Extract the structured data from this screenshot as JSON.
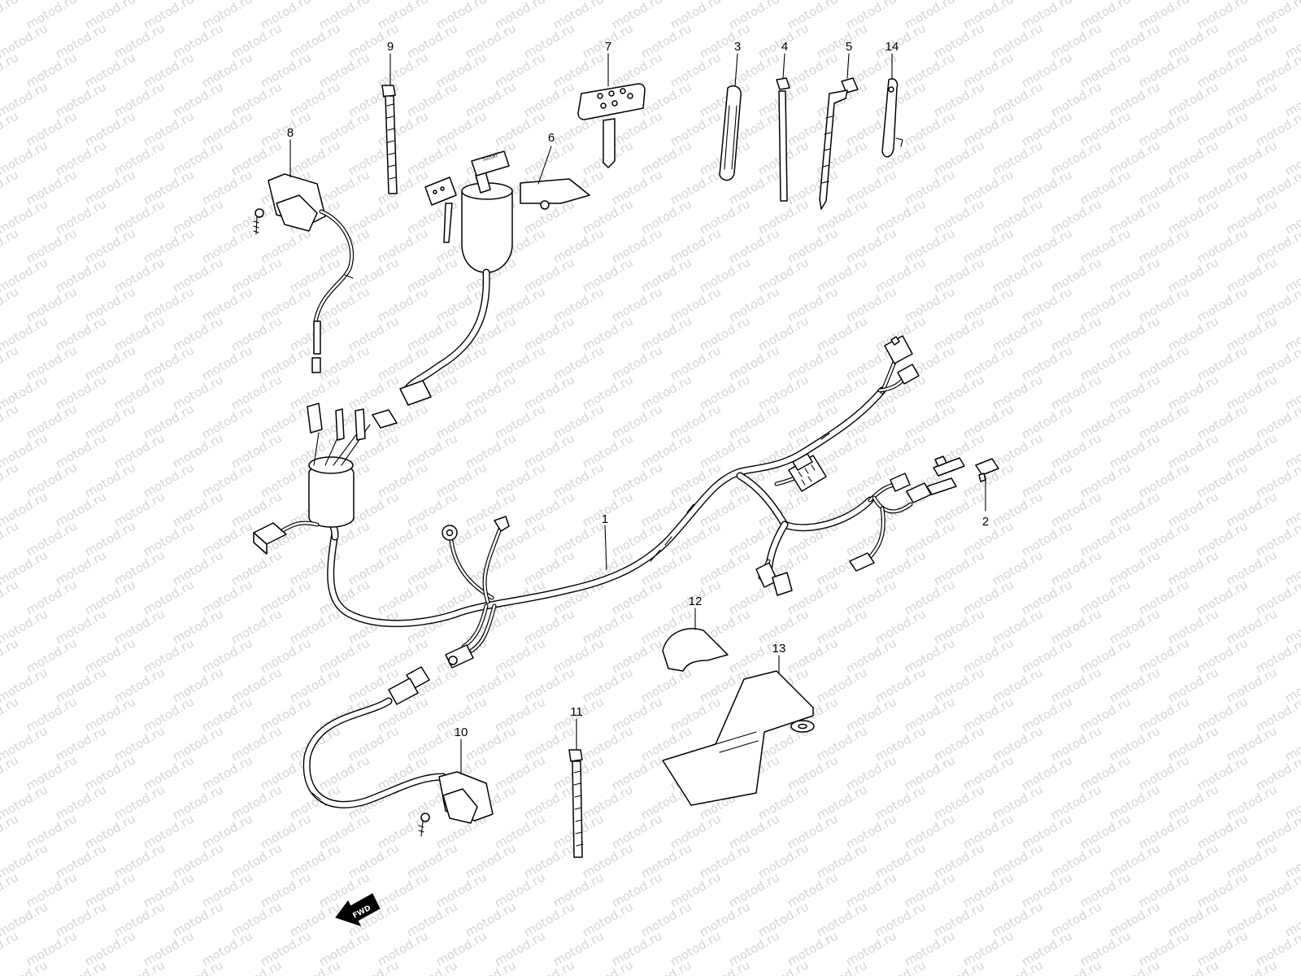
{
  "diagram": {
    "watermark": "motod.ru",
    "direction_label": "FWD",
    "key_logo": "SUZUKI",
    "callouts": [
      "1",
      "2",
      "3",
      "4",
      "5",
      "6",
      "7",
      "8",
      "9",
      "10",
      "11",
      "12",
      "13",
      "14"
    ]
  },
  "colors": {
    "line": "#000000",
    "background": "#ffffff",
    "watermark": "#d4d4d4"
  }
}
